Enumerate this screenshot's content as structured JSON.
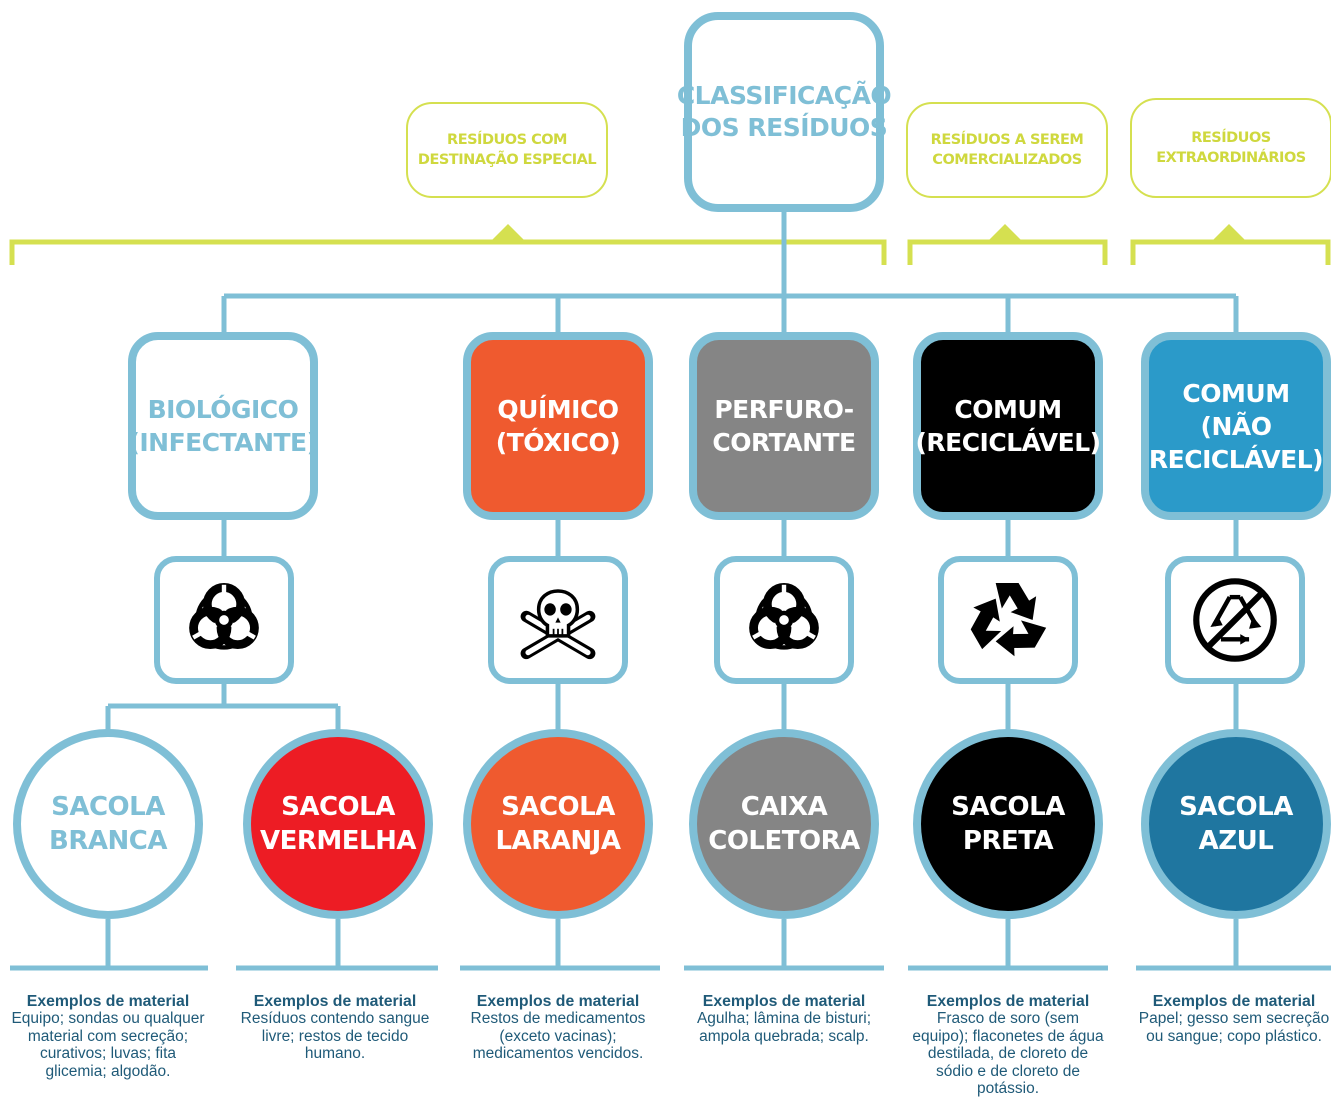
{
  "root": {
    "label": "CLASSIFICAÇÃO\nDOS RESÍDUOS"
  },
  "groups": [
    {
      "label": "RESÍDUOS COM\nDESTINAÇÃO ESPECIAL"
    },
    {
      "label": "RESÍDUOS A SEREM\nCOMERCIALIZADOS"
    },
    {
      "label": "RESÍDUOS\nEXTRAORDINÁRIOS"
    }
  ],
  "categories": [
    {
      "label": "BIOLÓGICO\n(INFECTANTE)",
      "icon": "biohazard-icon",
      "fill": "#ffffff",
      "text_color": "#7fbfd6"
    },
    {
      "label": "QUÍMICO\n(TÓXICO)",
      "icon": "skull-crossbones-icon",
      "fill": "#ef5a2f",
      "text_color": "#ffffff"
    },
    {
      "label": "PERFURO-\nCORTANTE",
      "icon": "biohazard-icon",
      "fill": "#858585",
      "text_color": "#ffffff"
    },
    {
      "label": "COMUM\n(RECICLÁVEL)",
      "icon": "recycle-icon",
      "fill": "#000000",
      "text_color": "#ffffff"
    },
    {
      "label": "COMUM\n(NÃO\nRECICLÁVEL)",
      "icon": "no-recycle-icon",
      "fill": "#2b9ac9",
      "text_color": "#ffffff"
    }
  ],
  "bags": [
    {
      "label": "SACOLA\nBRANCA",
      "fill": "#ffffff",
      "text_color": "#7fbfd6"
    },
    {
      "label": "SACOLA\nVERMELHA",
      "fill": "#ed1c24",
      "text_color": "#ffffff"
    },
    {
      "label": "SACOLA\nLARANJA",
      "fill": "#ef5a2f",
      "text_color": "#ffffff"
    },
    {
      "label": "CAIXA\nCOLETORA",
      "fill": "#858585",
      "text_color": "#ffffff"
    },
    {
      "label": "SACOLA\nPRETA",
      "fill": "#000000",
      "text_color": "#ffffff"
    },
    {
      "label": "SACOLA\nAZUL",
      "fill": "#1f76a0",
      "text_color": "#ffffff"
    }
  ],
  "examples": [
    {
      "title": "Exemplos de material",
      "text": "Equipo; sondas ou qualquer material com secreção; curativos; luvas; fita glicemia; algodão."
    },
    {
      "title": "Exemplos de material",
      "text": "Resíduos contendo sangue livre; restos de tecido humano."
    },
    {
      "title": "Exemplos de material",
      "text": "Restos de medicamentos (exceto vacinas); medicamentos vencidos."
    },
    {
      "title": "Exemplos de material",
      "text": "Agulha; lâmina de bisturi; ampola quebrada; scalp."
    },
    {
      "title": "Exemplos de material",
      "text": "Frasco de soro (sem equipo); flaconetes de água destilada, de cloreto de sódio e de cloreto de potássio."
    },
    {
      "title": "Exemplos de material",
      "text": "Papel; gesso sem secreção ou sangue; copo plástico."
    }
  ],
  "colors": {
    "connector": "#7fbfd6",
    "group_bracket": "#d5e050",
    "example_text": "#1f5a78"
  }
}
